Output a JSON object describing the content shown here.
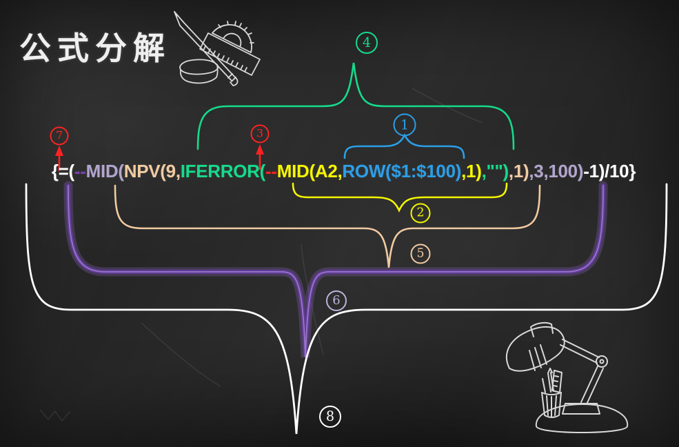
{
  "title": "公式分解",
  "colors": {
    "chalk": "#E9E9E9",
    "white": "#FFFFFF",
    "red": "#FF2222",
    "green": "#14DC8C",
    "blue": "#2B9FE8",
    "yellow": "#F6F600",
    "peach": "#F2CBA2",
    "lavender": "#B2A6CE",
    "purple": "#7A3FB0",
    "violet_brace": "#5F3C96",
    "violet_glow": "#9168C4",
    "violet_core": "#A983D6",
    "lavender_badge": "#BDB3DC"
  },
  "formula": {
    "full": "{=(--MID(NPV(9,IFERROR(--MID(A2,ROW($1:$100),1),\"\"),1),3,100)-1)/10}",
    "segments": [
      {
        "name": "array-open",
        "text": "{=(",
        "color": "#FFFFFF"
      },
      {
        "name": "outer-double-negation",
        "text": "--",
        "color": "#7A3FB0"
      },
      {
        "name": "outer-mid-open",
        "text": "MID(",
        "color": "#B2A6CE"
      },
      {
        "name": "npv-open",
        "text": "NPV(9,",
        "color": "#F2CBA2"
      },
      {
        "name": "iferror-open",
        "text": "IFERROR(",
        "color": "#14DC8C"
      },
      {
        "name": "inner-double-negation",
        "text": "--",
        "color": "#FF2222"
      },
      {
        "name": "inner-mid-open",
        "text": "MID(A2,",
        "color": "#F6F600"
      },
      {
        "name": "row-function",
        "text": "ROW($1:$100)",
        "color": "#2B9FE8"
      },
      {
        "name": "inner-mid-close",
        "text": ",1)",
        "color": "#F6F600"
      },
      {
        "name": "iferror-close",
        "text": ",\"\")",
        "color": "#14DC8C"
      },
      {
        "name": "npv-close",
        "text": ",1)",
        "color": "#F2CBA2"
      },
      {
        "name": "outer-mid-close",
        "text": ",3,100)",
        "color": "#B2A6CE"
      },
      {
        "name": "array-close",
        "text": "-1)/10}",
        "color": "#FFFFFF"
      }
    ]
  },
  "annotations": [
    {
      "digit": "1",
      "color": "#2B9FE8",
      "marks": "ROW($1:$100)"
    },
    {
      "digit": "2",
      "color": "#F6F600",
      "marks": "MID(A2,ROW($1:$100),1)"
    },
    {
      "digit": "3",
      "color": "#FF2222",
      "marks": "--"
    },
    {
      "digit": "4",
      "color": "#14DC8C",
      "marks": "IFERROR(--MID(A2,ROW($1:$100),1),\"\")"
    },
    {
      "digit": "5",
      "color": "#F2CBA2",
      "marks": "NPV(9,IFERROR(--MID(A2,ROW($1:$100),1),\"\"),1)"
    },
    {
      "digit": "6",
      "color": "#BDB3DC",
      "marks": "MID(NPV(9,IFERROR(--MID(A2,ROW($1:$100),1),\"\"),1),3,100)"
    },
    {
      "digit": "7",
      "color": "#FF2222",
      "marks": "--"
    },
    {
      "digit": "8",
      "color": "#FFFFFF",
      "marks": "{=(--MID(NPV(9,IFERROR(--MID(A2,ROW($1:$100),1),\"\"),1),3,100)-1)/10}"
    }
  ]
}
